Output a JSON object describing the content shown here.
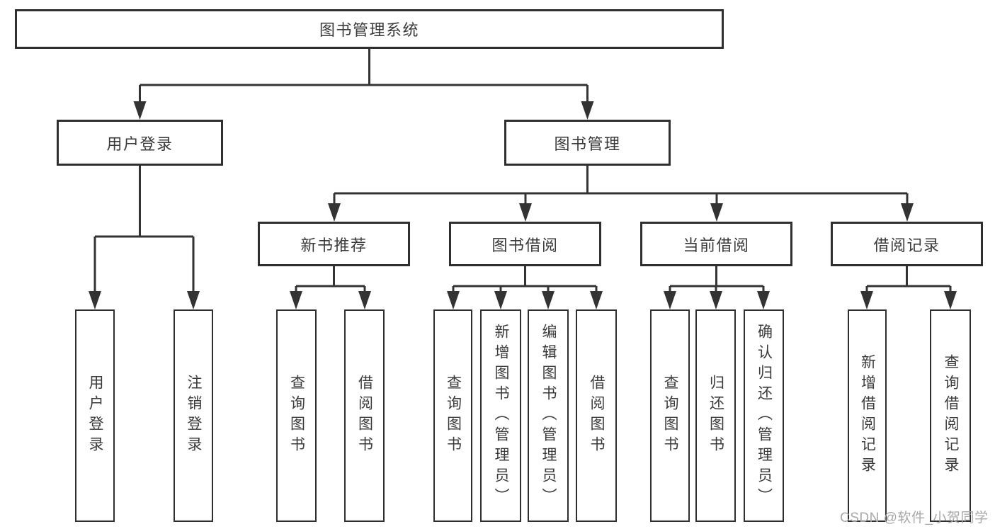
{
  "tree": {
    "label": "图书管理系统",
    "children": [
      {
        "label": "用户登录",
        "children": [
          {
            "label": "用户登录"
          },
          {
            "label": "注销登录"
          }
        ]
      },
      {
        "label": "图书管理",
        "children": [
          {
            "label": "新书推荐",
            "children": [
              {
                "label": "查询图书"
              },
              {
                "label": "借阅图书"
              }
            ]
          },
          {
            "label": "图书借阅",
            "children": [
              {
                "label": "查询图书"
              },
              {
                "label": "新增图书（管理员）"
              },
              {
                "label": "编辑图书（管理员）"
              },
              {
                "label": "借阅图书"
              }
            ]
          },
          {
            "label": "当前借阅",
            "children": [
              {
                "label": "查询图书"
              },
              {
                "label": "归还图书"
              },
              {
                "label": "确认归还（管理员）"
              }
            ]
          },
          {
            "label": "借阅记录",
            "children": [
              {
                "label": "新增借阅记录"
              },
              {
                "label": "查询借阅记录"
              }
            ]
          }
        ]
      }
    ]
  },
  "watermark": "CSDN @软件_小贺同学",
  "colors": {
    "line": "#333333",
    "box_border": "#2f2f2f",
    "text": "#3a3a3a",
    "watermark": "#a8a8a8",
    "background": "#ffffff"
  }
}
